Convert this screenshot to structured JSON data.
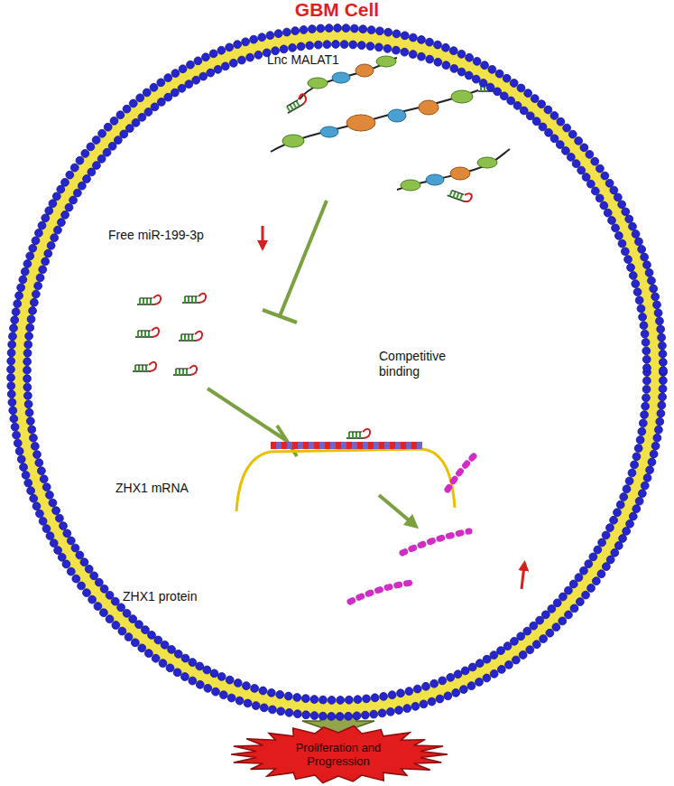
{
  "diagram": {
    "nodes": [
      {
        "text": [
          "GBM Cell"
        ]
      },
      {
        "text": [
          "Proliferation and Progression"
        ]
      }
    ],
    "edges": [
      {
        "from": 0,
        "to": 1,
        "arrow": "to"
      }
    ],
    "labels": [
      "Lnc MALAT1",
      "Free miR-199-3p",
      "Competitive binding",
      "ZHX1 mRNA",
      "ZHX1 protein"
    ]
  }
}
